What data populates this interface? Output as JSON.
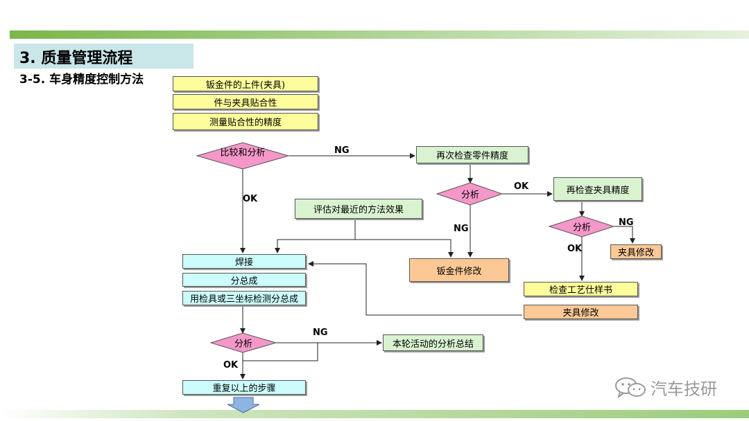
{
  "header": {
    "title": "3. 质量管理流程",
    "subtitle": "3-5. 车身精度控制方法"
  },
  "nodes": {
    "sheet_metal_load": "钣金件的上件(夹具)",
    "fixture_fit": "件与夹具贴合性",
    "measure_fit_precision": "测量贴合性的精度",
    "compare_analyze": "比较和分析",
    "recheck_parts_precision": "再次检查零件精度",
    "analyze_1": "分析",
    "recheck_fixture_precision": "再检查夹具精度",
    "evaluate_recent_method": "评估对最近的方法效果",
    "analyze_2": "分析",
    "fixture_repair_small": "夹具修改",
    "welding": "焊接",
    "sheet_metal_repair": "钣金件修改",
    "sub_assembly": "分总成",
    "check_process_spec": "检查工艺仕样书",
    "measure_sub_assembly": "用检具或三坐标检测分总成",
    "fixture_repair": "夹具修改",
    "analyze_3": "分析",
    "summary": "本轮活动的分析总结",
    "repeat_steps": "重复以上的步骤"
  },
  "edge_labels": {
    "ng_compare": "NG",
    "ok_compare": "OK",
    "ok_analyze1": "OK",
    "ng_analyze1": "NG",
    "ng_analyze2": "NG",
    "ok_analyze2": "OK",
    "ng_analyze3": "NG",
    "ok_analyze3": "OK"
  },
  "watermark": {
    "text": "汽车技研",
    "icon": "wechat-icon"
  },
  "colors": {
    "yellow_box": "#fdfd9c",
    "green_box": "#d9f2d0",
    "cyan_box": "#ccfcfc",
    "orange_box": "#fcc996",
    "diamond": "#f597c8",
    "title_box": "#c9e6e9"
  }
}
